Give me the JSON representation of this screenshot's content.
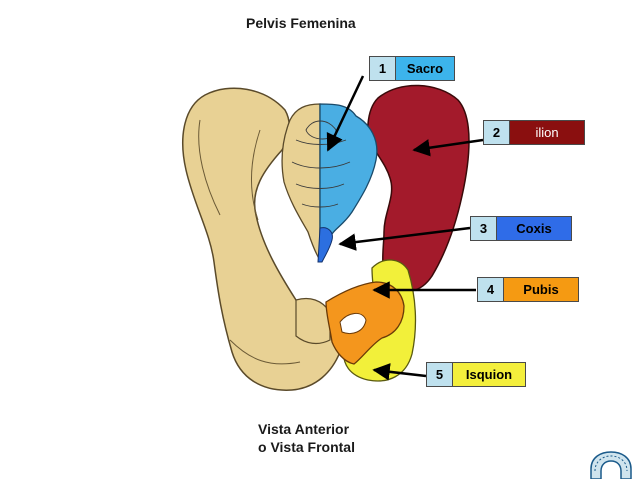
{
  "title": "Pelvis Femenina",
  "caption": {
    "line1": "Vista Anterior",
    "line2": "o Vista Frontal"
  },
  "colors": {
    "bone": "#e8d194",
    "sacro": "#4aaee3",
    "coxis": "#2c6fe0",
    "ilion": "#a31a2b",
    "pubis": "#f4961d",
    "isquion": "#f2f03a",
    "label_num_bg": "#bfe1ee"
  },
  "labels": [
    {
      "num": "1",
      "name": "Sacro",
      "bg": "#3cb4ec",
      "fg": "#000000"
    },
    {
      "num": "2",
      "name": "ilion",
      "bg": "#8a0f0f",
      "fg": "#ffffff"
    },
    {
      "num": "3",
      "name": "Coxis",
      "bg": "#2f6ce8",
      "fg": "#000000"
    },
    {
      "num": "4",
      "name": "Pubis",
      "bg": "#f59a12",
      "fg": "#000000"
    },
    {
      "num": "5",
      "name": "Isquion",
      "bg": "#f4ef3c",
      "fg": "#000000"
    }
  ],
  "icons": {
    "home": "home-arch-icon"
  }
}
